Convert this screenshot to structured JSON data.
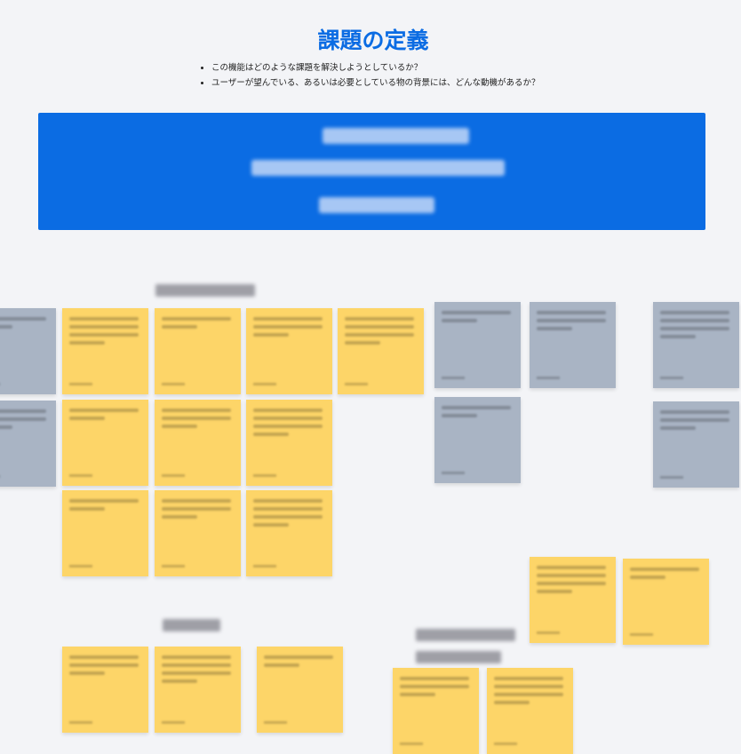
{
  "header": {
    "title": "課題の定義",
    "bullets": [
      "この機能はどのような課題を解決しようとしているか？",
      "ユーザーが望んでいる、あるいは必要としている物の背景には、どんな動機があるか？"
    ]
  },
  "colors": {
    "accent": "#0b6ce3",
    "sticky_yellow": "#fdd568",
    "sticky_gray": "#a9b4c4",
    "canvas": "#f3f4f7"
  }
}
